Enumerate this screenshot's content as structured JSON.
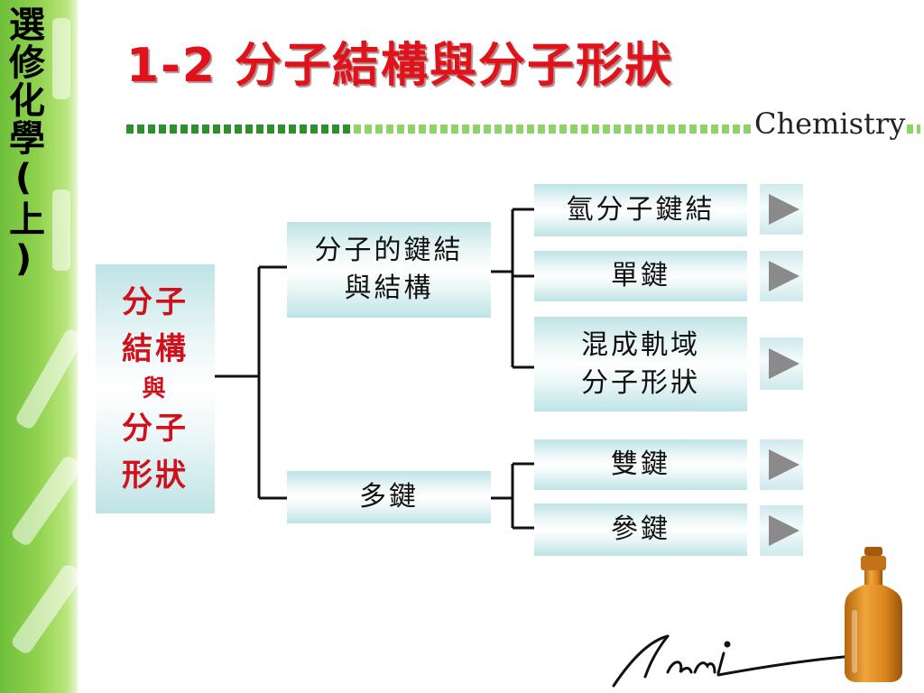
{
  "sidebar": {
    "title": "選修化學(上)"
  },
  "slide": {
    "title": "1-2 分子結構與分子形狀",
    "brand": "Chemistry"
  },
  "tree": {
    "root": {
      "line1": "分子",
      "line2": "結構",
      "line3": "與",
      "line4": "分子",
      "line5": "形狀"
    },
    "branch_bonding": {
      "line1": "分子的鍵結",
      "line2": "與結構"
    },
    "branch_multiple": "多鍵",
    "leaves": {
      "hydrogen": "氫分子鍵結",
      "single": "單鍵",
      "hybrid_line1": "混成軌域",
      "hybrid_line2": "分子形狀",
      "double": "雙鍵",
      "triple": "參鍵"
    }
  },
  "colors": {
    "title": "#e0121a",
    "root_text": "#d0101a",
    "sidebar_green": "#8fd24e",
    "dash_dark": "#2f8f2f",
    "dash_light": "#8fd26a",
    "arrow_gray": "#8a8a8a"
  },
  "icons": {
    "play": "play-triangle-icon",
    "logo": "signature-logo",
    "bottle": "chemistry-bottle"
  }
}
